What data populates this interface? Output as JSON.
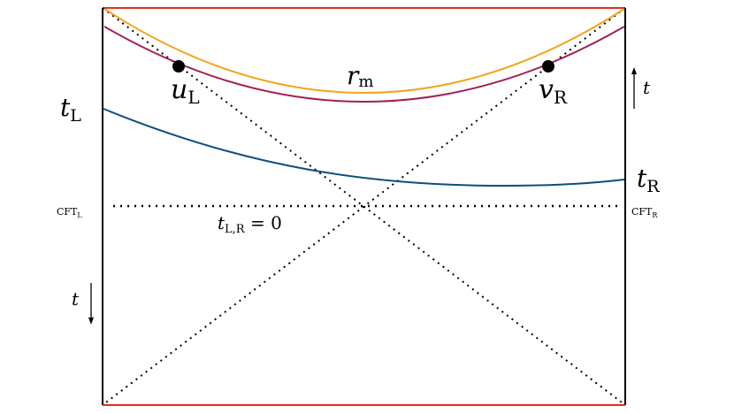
{
  "labels": {
    "t_left": {
      "main": "t",
      "sub": "L"
    },
    "t_right": {
      "main": "t",
      "sub": "R"
    },
    "u_left": {
      "main": "u",
      "sub": "L"
    },
    "v_right": {
      "main": "v",
      "sub": "R"
    },
    "r_m": {
      "main": "r",
      "sub": "m"
    },
    "cft_left": {
      "main": "CFT",
      "sub": "L"
    },
    "cft_right": {
      "main": "CFT",
      "sub": "R"
    },
    "t_zero": {
      "main": "t",
      "sub": "L,R",
      "rest": " = 0"
    },
    "arrow_up_t": "t",
    "arrow_down_t": "t"
  },
  "colors": {
    "frame": "#000000",
    "singularity": "#e0301e",
    "r_m_curve": "#f5a31a",
    "purple_curve": "#a0215a",
    "blue_curve": "#0b4f7c",
    "horizons": "#000000",
    "dots": "#000000"
  }
}
